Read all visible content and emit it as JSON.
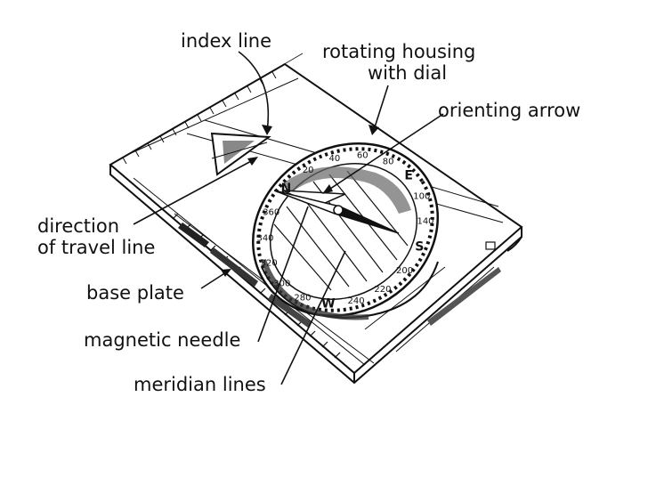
{
  "labels": {
    "index_line": "index line",
    "rotating_housing_1": "rotating housing",
    "rotating_housing_2": "with dial",
    "orienting_arrow": "orienting arrow",
    "direction_1": "direction",
    "direction_2": "of travel line",
    "base_plate": "base plate",
    "magnetic_needle": "magnetic needle",
    "meridian_lines": "meridian lines"
  },
  "dial": {
    "bearings": [
      "340",
      "360",
      "N",
      "20",
      "40",
      "60",
      "80",
      "E",
      "100",
      "140",
      "S",
      "200",
      "220",
      "240",
      "W",
      "280",
      "300",
      "320"
    ]
  }
}
